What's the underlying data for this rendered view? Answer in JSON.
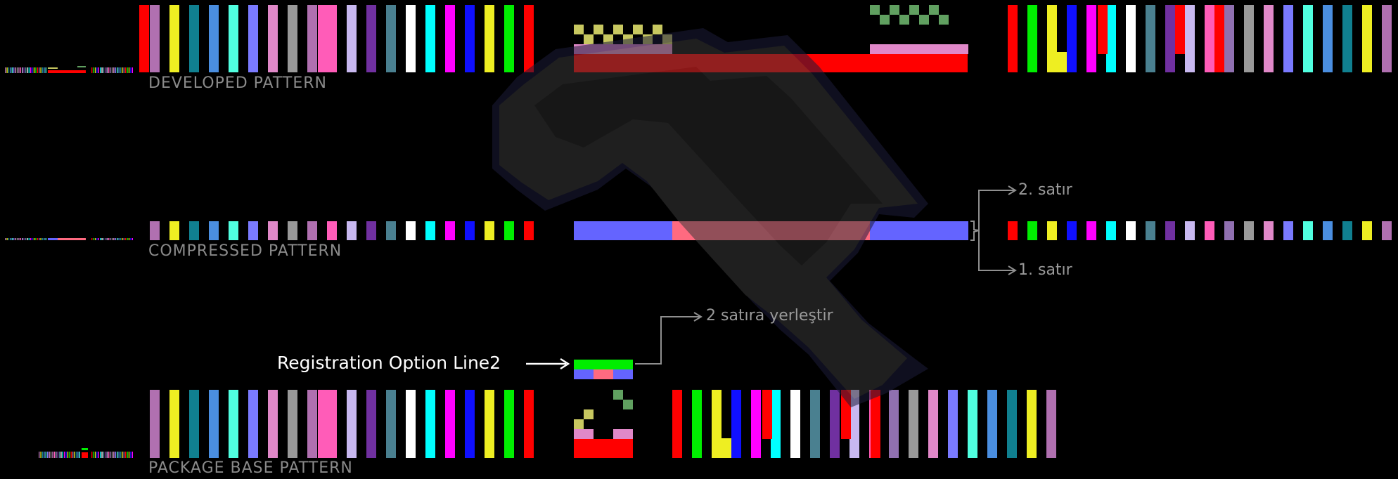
{
  "rows": {
    "developed": {
      "label": "DEVELOPED PATTERN"
    },
    "compressed": {
      "label": "COMPRESSED PATTERN"
    },
    "base": {
      "label": "PACKAGE BASE PATTERN"
    }
  },
  "annotations": {
    "line2": "2. satır",
    "line1": "1. satır",
    "place_two_lines": "2 satıra yerleştir",
    "registration": "Registration Option Line2"
  },
  "palette": {
    "red": "#ff0000",
    "lilac": "#b070b0",
    "yellow": "#eeee22",
    "teal": "#108090",
    "blue_mid": "#4a8ee0",
    "aqua": "#50ffe0",
    "periwinkle": "#7a7aff",
    "pink": "#e088c8",
    "gray": "#999999",
    "hot_pink": "#ff5cb8",
    "lavender": "#c8b8f0",
    "blue": "#0000ff",
    "purple": "#7030a0",
    "slate": "#4a8090",
    "white": "#ffffff",
    "cyan": "#00ffff",
    "magenta": "#ff00ff",
    "blue_deep": "#1010ff",
    "lime": "#00ee00",
    "mauve": "#9070b0",
    "bar_blue": "#6464ff",
    "bar_red": "#ff3030",
    "bar_salmon": "#ff6a80",
    "check_yellow": "#c8c860",
    "check_green": "#60a060",
    "watermark": "#3a3a3a"
  },
  "icons": [
    "watermark-logo"
  ]
}
